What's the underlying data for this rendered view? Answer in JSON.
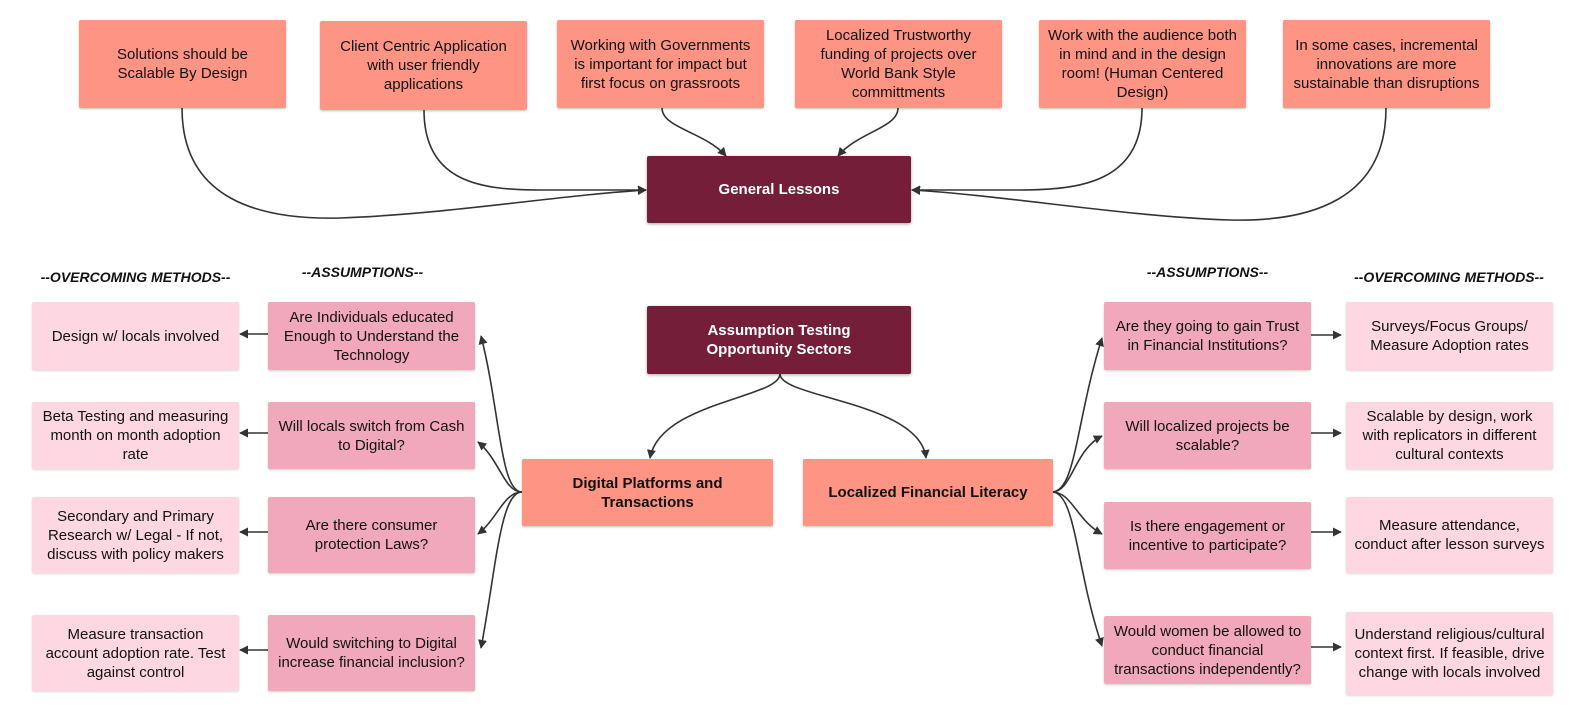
{
  "general_lessons": {
    "title": "General Lessons",
    "items": [
      "Solutions should be Scalable By Design",
      "Client Centric Application with user friendly applications",
      "Working with Governments is important for impact but first focus on grassroots",
      "Localized Trustworthy funding of projects over World Bank Style committments",
      "Work with the audience both in mind and in the design room! (Human Centered Design)",
      "In some cases, incremental innovations are more sustainable than disruptions"
    ]
  },
  "assumption_testing": {
    "title": "Assumption Testing Opportunity Sectors"
  },
  "left_sector": {
    "title": "Digital Platforms and Transactions",
    "methods_header": "--OVERCOMING METHODS--",
    "assumptions_header": "--ASSUMPTIONS--",
    "assumptions": [
      "Are Individuals educated Enough to Understand the Technology",
      "Will locals switch from Cash to Digital?",
      "Are there consumer protection Laws?",
      "Would switching to Digital increase financial inclusion?"
    ],
    "methods": [
      "Design w/ locals involved",
      "Beta Testing and measuring month on month adoption rate",
      "Secondary and Primary Research w/ Legal - If not, discuss with policy makers",
      "Measure transaction account adoption rate. Test against control"
    ]
  },
  "right_sector": {
    "title": "Localized Financial Literacy",
    "assumptions_header": "--ASSUMPTIONS--",
    "methods_header": "--OVERCOMING METHODS--",
    "assumptions": [
      "Are they going to gain Trust in Financial Institutions?",
      "Will localized projects be scalable?",
      "Is there engagement or incentive to participate?",
      "Would women be allowed to conduct financial transactions independently?"
    ],
    "methods": [
      "Surveys/Focus Groups/ Measure Adoption rates",
      "Scalable by design, work with replicators in different cultural contexts",
      "Measure attendance, conduct after lesson surveys",
      "Understand religious/cultural context first. If feasible, drive change with locals involved"
    ]
  },
  "colors": {
    "lesson": "#fd9484",
    "core": "#741e3a",
    "assumption": "#f2a8bb",
    "method": "#fdd8e2",
    "connector": "#333333"
  }
}
